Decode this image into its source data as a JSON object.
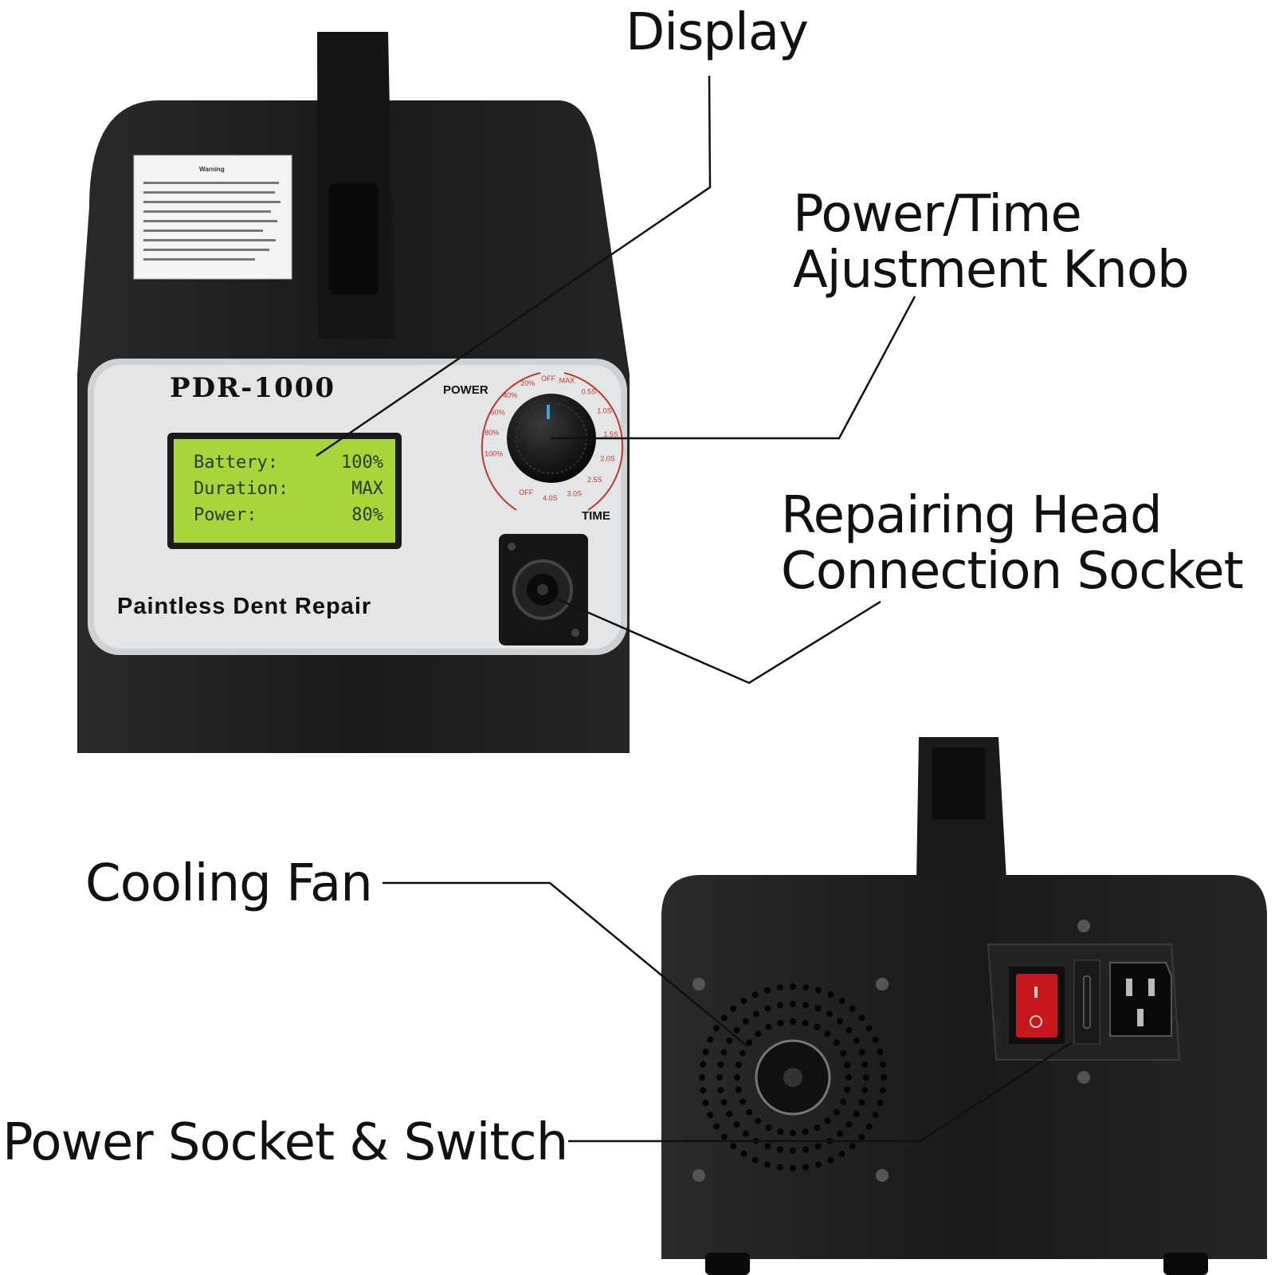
{
  "callouts": {
    "display": "Display",
    "knob_line1": "Power/Time",
    "knob_line2": "Ajustment Knob",
    "socket_line1": "Repairing Head",
    "socket_line2": "Connection Socket",
    "fan": "Cooling Fan",
    "power": "Power Socket & Switch"
  },
  "device": {
    "model": "PDR-1000",
    "subtitle": "Paintless Dent Repair",
    "power_label": "POWER",
    "time_label": "TIME",
    "warning_title": "Warning",
    "power_ticks": [
      "OFF",
      "20%",
      "40%",
      "60%",
      "80%",
      "100%"
    ],
    "time_ticks": [
      "MAX",
      "0.5S",
      "1.0S",
      "1.5S",
      "2.0S",
      "2.5S",
      "3.0S",
      "4.0S",
      "OFF"
    ],
    "lcd": [
      {
        "label": "Battery:",
        "value": "100%"
      },
      {
        "label": "Duration:",
        "value": "MAX"
      },
      {
        "label": "Power:",
        "value": "80%"
      }
    ]
  },
  "colors": {
    "body": "#1c1c1c",
    "panel": "#e3e5e6",
    "lcd": "#a7d63a",
    "switch": "#c8161d",
    "tick": "#c0392b"
  }
}
